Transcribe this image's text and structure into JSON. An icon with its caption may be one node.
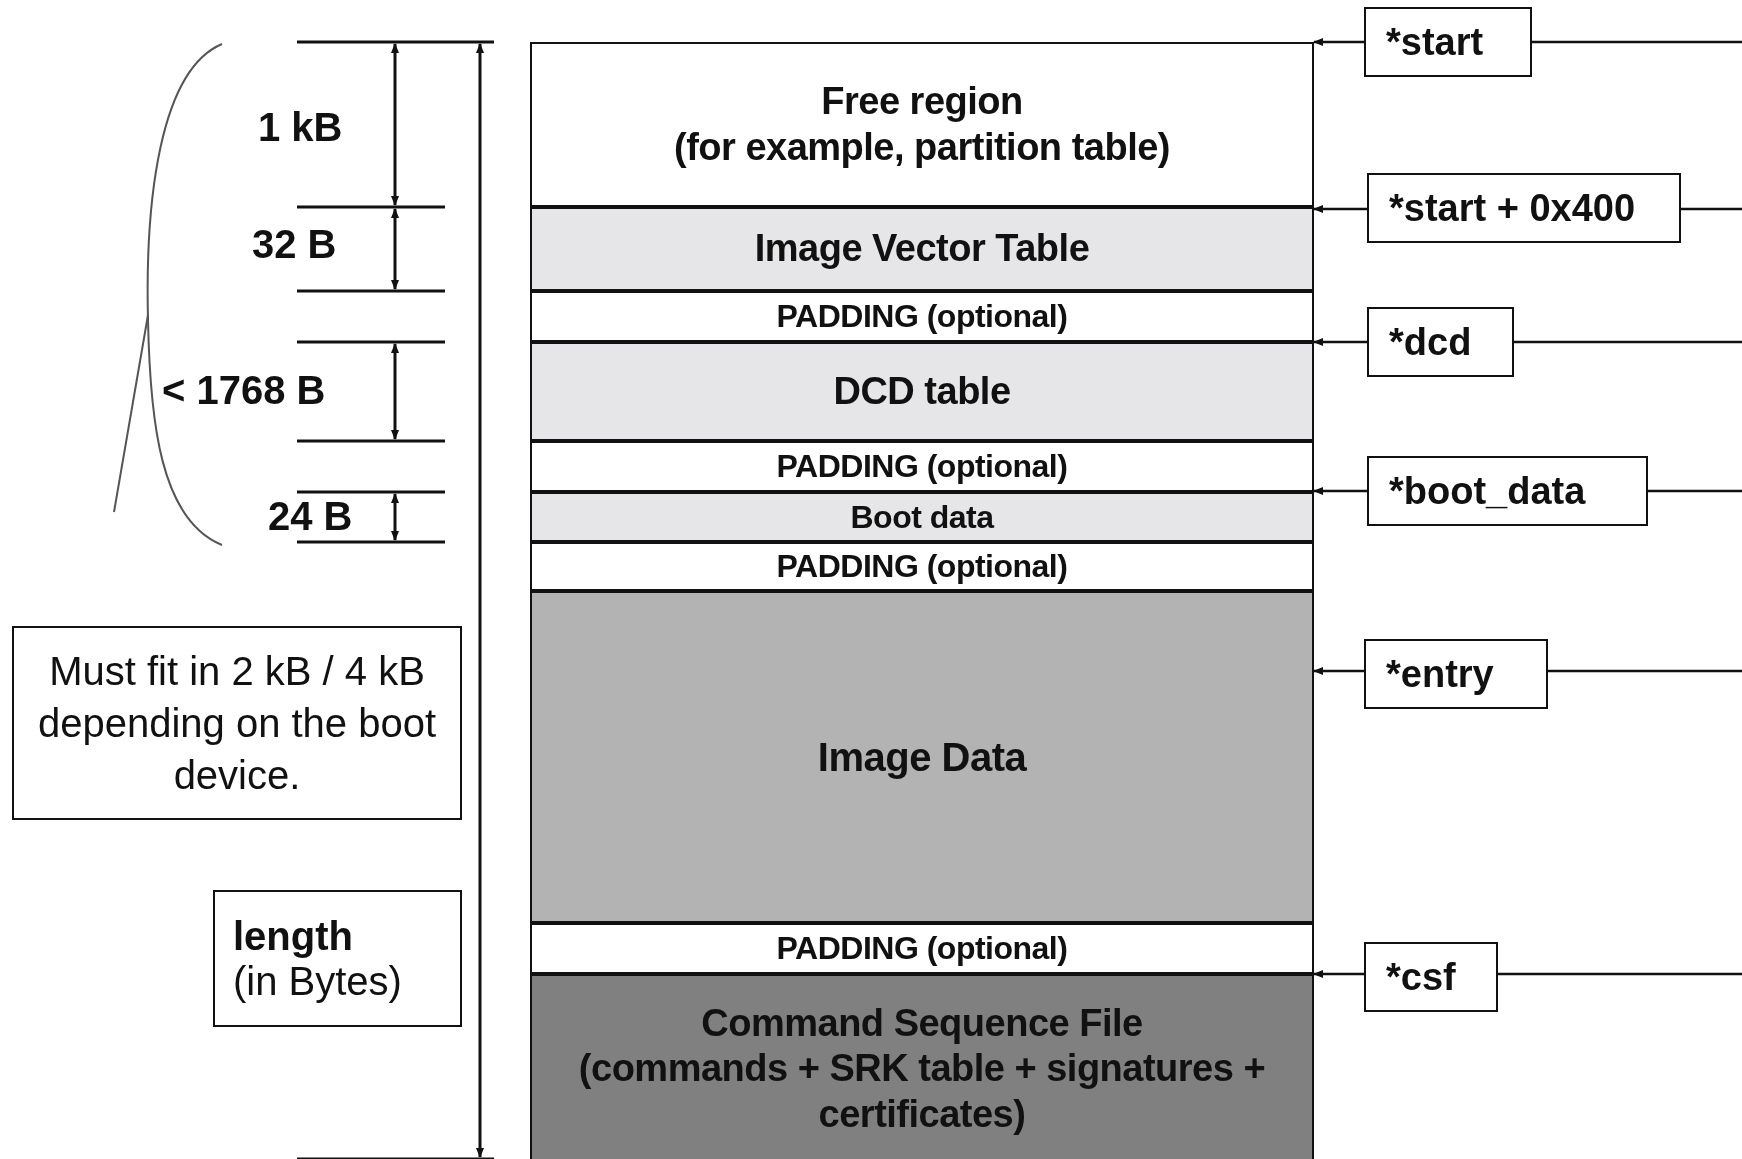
{
  "diagram": {
    "nodes": [
      {
        "text": [
          "Free region",
          "(for example, partition table)"
        ]
      },
      {
        "text": [
          "Image Vector Table"
        ]
      },
      {
        "text": [
          "PADDING (optional)"
        ]
      },
      {
        "text": [
          "DCD table"
        ]
      },
      {
        "text": [
          "PADDING (optional)"
        ]
      },
      {
        "text": [
          "Boot data"
        ]
      },
      {
        "text": [
          "PADDING (optional)"
        ]
      },
      {
        "text": [
          "Image Data"
        ]
      },
      {
        "text": [
          "PADDING (optional)"
        ]
      },
      {
        "text": [
          "Command Sequence File",
          "(commands + SRK table + signatures + certificates)"
        ]
      },
      {
        "text": [
          "*start"
        ]
      },
      {
        "text": [
          "*start + 0x400"
        ]
      },
      {
        "text": [
          "*dcd"
        ]
      },
      {
        "text": [
          "*boot_data"
        ]
      },
      {
        "text": [
          "*entry"
        ]
      },
      {
        "text": [
          "*csf"
        ]
      },
      {
        "text": [
          "Must fit in 2 kB / 4 kB depending on the boot device."
        ]
      },
      {
        "text": [
          "length",
          "(in Bytes)"
        ]
      }
    ],
    "edges": [
      {
        "from": 10,
        "to": 0,
        "arrow": "to"
      },
      {
        "from": 11,
        "to": 1,
        "arrow": "to"
      },
      {
        "from": 12,
        "to": 3,
        "arrow": "to"
      },
      {
        "from": 13,
        "to": 5,
        "arrow": "to"
      },
      {
        "from": 14,
        "to": 7,
        "arrow": "to"
      },
      {
        "from": 15,
        "to": 9,
        "arrow": "to"
      },
      {
        "from": 10,
        "to": null,
        "arrow": "none"
      },
      {
        "from": 11,
        "to": null,
        "arrow": "none"
      },
      {
        "from": 12,
        "to": null,
        "arrow": "none"
      },
      {
        "from": 13,
        "to": null,
        "arrow": "none"
      },
      {
        "from": 14,
        "to": null,
        "arrow": "none"
      },
      {
        "from": 15,
        "to": null,
        "arrow": "none"
      }
    ],
    "labels": [
      "1 kB",
      "32 B",
      "< 1768 B",
      "24 B"
    ]
  }
}
